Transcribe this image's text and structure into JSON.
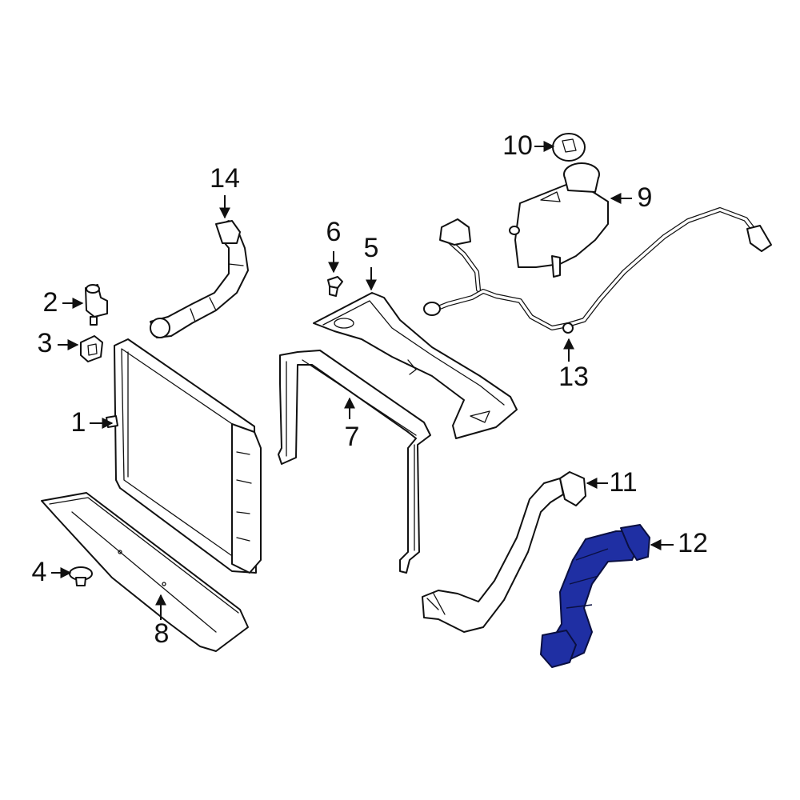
{
  "diagram": {
    "highlight_color": "#1f2fa3",
    "line_color": "#111111",
    "background": "#ffffff",
    "highlighted_part": "12"
  },
  "callouts": {
    "c1": "1",
    "c2": "2",
    "c3": "3",
    "c4": "4",
    "c5": "5",
    "c6": "6",
    "c7": "7",
    "c8": "8",
    "c9": "9",
    "c10": "10",
    "c11": "11",
    "c12": "12",
    "c13": "13",
    "c14": "14"
  }
}
